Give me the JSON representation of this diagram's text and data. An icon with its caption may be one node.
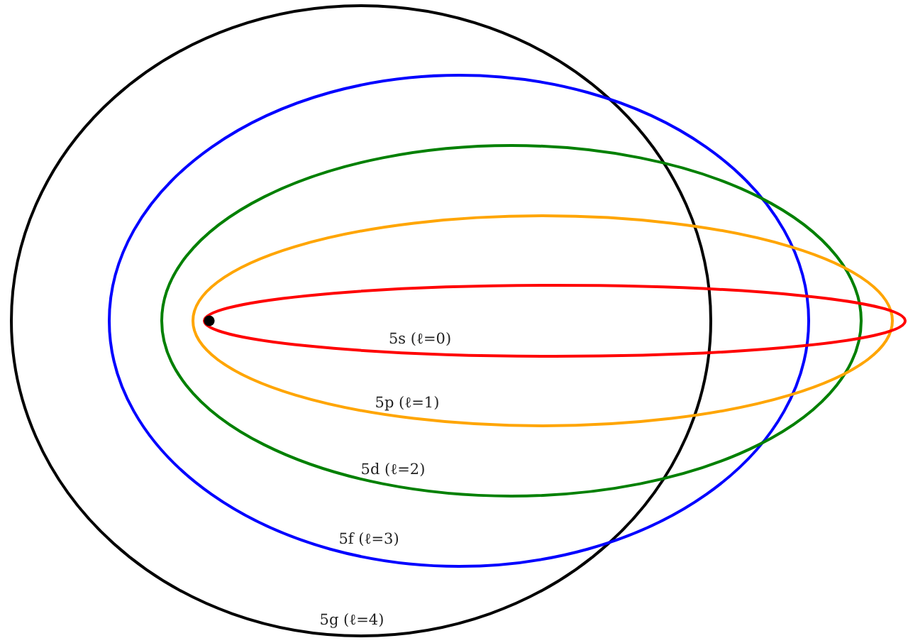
{
  "diagram": {
    "labels": [
      "5s (ℓ=0)",
      "5p (ℓ=1)",
      "5d (ℓ=2)",
      "5f (ℓ=3)",
      "5g (ℓ=4)"
    ]
  }
}
